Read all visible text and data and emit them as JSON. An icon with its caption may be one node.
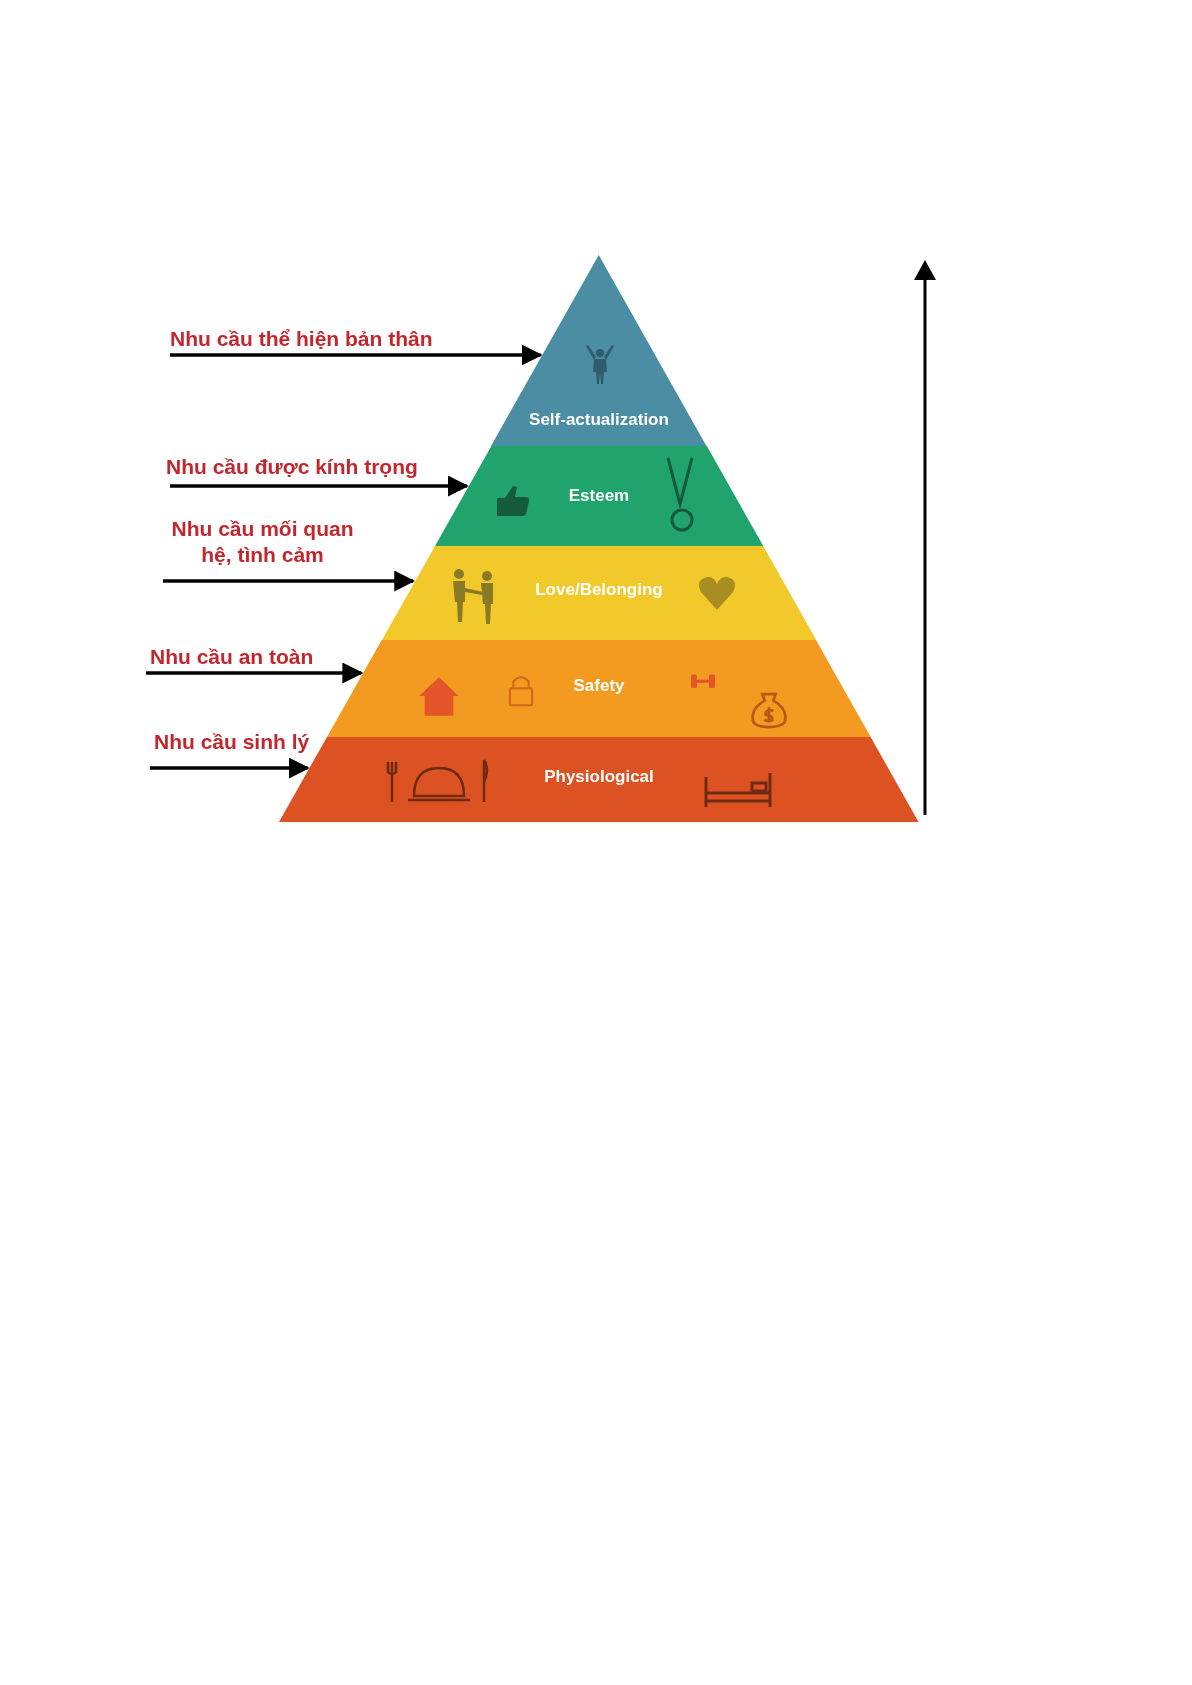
{
  "diagram": {
    "nodes": [
      {
        "text": [
          "Self-actualization"
        ]
      },
      {
        "text": [
          "Esteem"
        ]
      },
      {
        "text": [
          "Love/Belonging"
        ]
      },
      {
        "text": [
          "Safety"
        ]
      },
      {
        "text": [
          "Physiological"
        ]
      },
      {
        "text": [
          "Nhu cầu thể hiện bản thân"
        ]
      },
      {
        "text": [
          "Nhu cầu được kính trọng"
        ]
      },
      {
        "text": [
          "Nhu cầu mối quan hệ, tình cảm"
        ]
      },
      {
        "text": [
          "Nhu cầu an toàn"
        ]
      },
      {
        "text": [
          "Nhu cầu sinh lý"
        ]
      }
    ],
    "edges": [
      {
        "from": 5,
        "to": 0,
        "arrow": "to"
      },
      {
        "from": 6,
        "to": 1,
        "arrow": "to"
      },
      {
        "from": 7,
        "to": 2,
        "arrow": "to"
      },
      {
        "from": 8,
        "to": 3,
        "arrow": "to"
      },
      {
        "from": 9,
        "to": 4,
        "arrow": "to"
      }
    ]
  }
}
